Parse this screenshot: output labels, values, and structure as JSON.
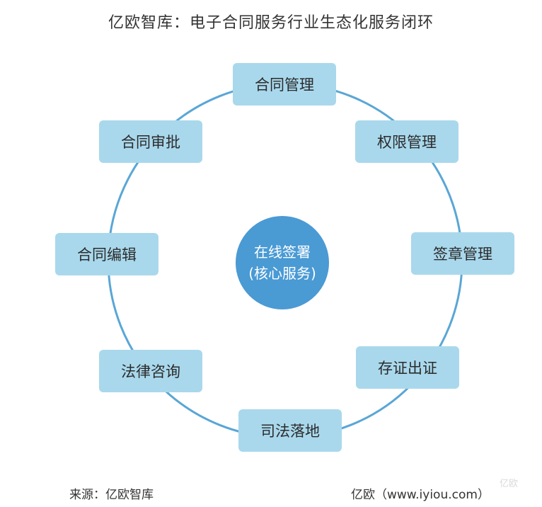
{
  "title": "亿欧智库：电子合同服务行业生态化服务闭环",
  "center": {
    "line1": "在线签署",
    "line2": "(核心服务)"
  },
  "nodes": [
    "合同管理",
    "权限管理",
    "签章管理",
    "存证出证",
    "司法落地",
    "法律咨询",
    "合同编辑",
    "合同审批"
  ],
  "footer": {
    "source": "来源：亿欧智库",
    "site": "亿欧（www.iyiou.com）"
  },
  "watermark": "亿欧",
  "colors": {
    "node": "#a9d8ec",
    "core": "#4a9ad4",
    "ring": "#5aa6d6"
  }
}
